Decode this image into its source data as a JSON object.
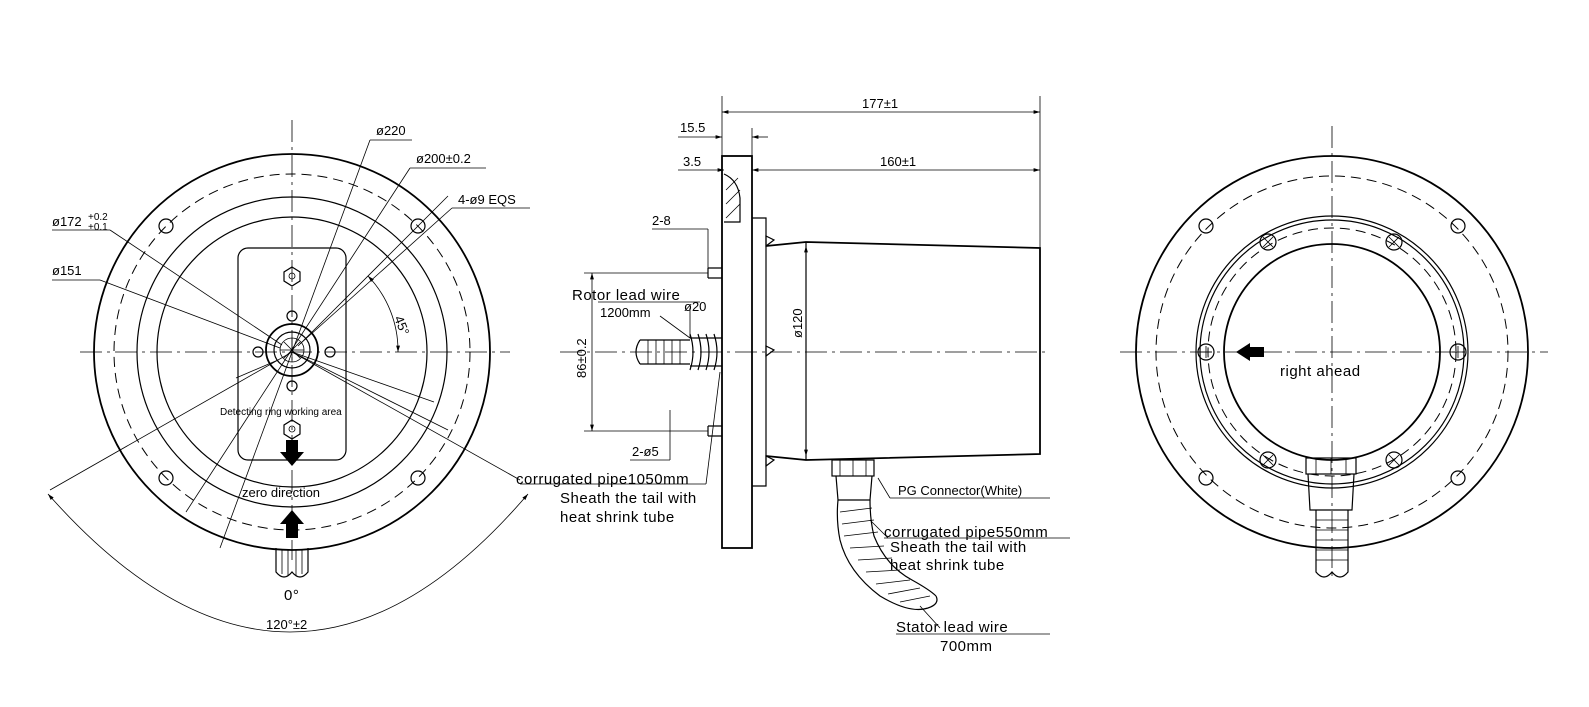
{
  "front_view": {
    "dim_d220": "ø220",
    "dim_d200": "ø200±0.2",
    "dim_holes": "4-ø9 EQS",
    "dim_d172": "ø172",
    "dim_d172_tol_upper": "+0.2",
    "dim_d172_tol_lower": "+0.1",
    "dim_d151": "ø151",
    "dim_angle_45": "45°",
    "detect_area": "Detecting ring working area",
    "zero_direction": "zero direction",
    "zero_label": "0°",
    "dim_angle_120": "120°±2",
    "pipe_1050": "corrugated pipe1050mm",
    "sheath_1": "Sheath the tail with",
    "sheath_2": "heat shrink tube"
  },
  "side_view": {
    "dim_177": "177±1",
    "dim_15_5": "15.5",
    "dim_3_5": "3.5",
    "dim_160": "160±1",
    "dim_2_8": "2-8",
    "rotor_wire": "Rotor lead wire",
    "rotor_len": "1200mm",
    "dim_d20": "ø20",
    "dim_86": "86±0.2",
    "dim_d120": "ø120",
    "dim_2_d5": "2-ø5",
    "pg_connector": "PG Connector(White)",
    "pipe_550": "corrugated pipe550mm",
    "sheath_1": "Sheath the tail with",
    "sheath_2": "heat shrink tube",
    "stator_wire": "Stator lead wire",
    "stator_len": "700mm"
  },
  "rear_view": {
    "right_ahead": "right ahead"
  }
}
